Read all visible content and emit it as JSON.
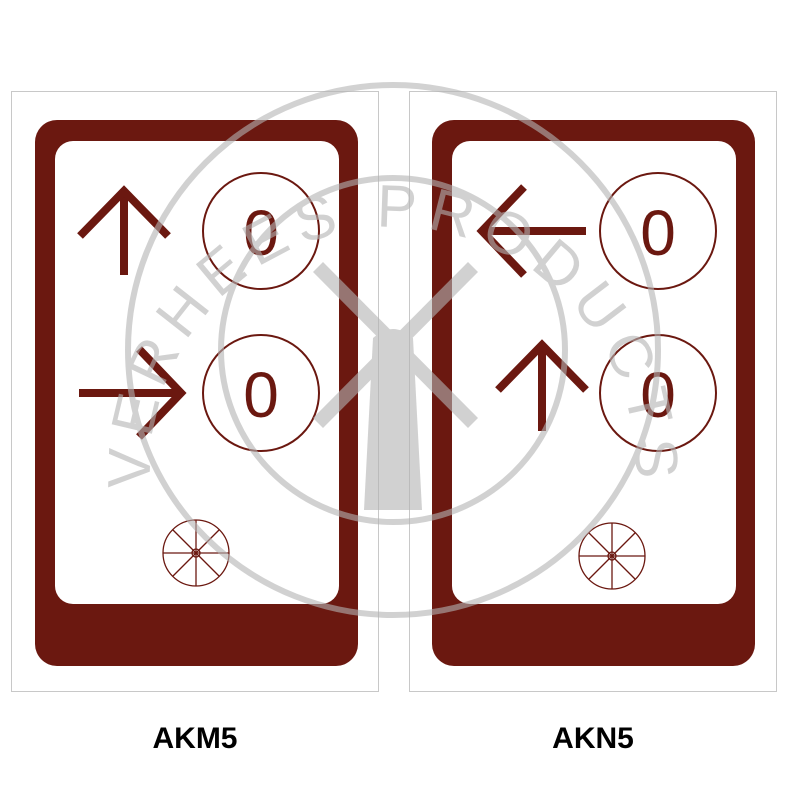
{
  "colors": {
    "sign": "#6b1810",
    "watermark": "#b4b4b4",
    "frame": "#c8c8c8"
  },
  "watermark_text": "VERHEES PRODUCTS",
  "signs": [
    {
      "code": "AKM5",
      "rows": [
        {
          "arrow": "arrow-up-icon",
          "number": "0"
        },
        {
          "arrow": "arrow-right-icon",
          "number": "0"
        }
      ],
      "emblem": "wheel-icon"
    },
    {
      "code": "AKN5",
      "rows": [
        {
          "arrow": "arrow-left-icon",
          "number": "0"
        },
        {
          "arrow": "arrow-up-icon",
          "number": "0"
        }
      ],
      "emblem": "wheel-icon"
    }
  ]
}
